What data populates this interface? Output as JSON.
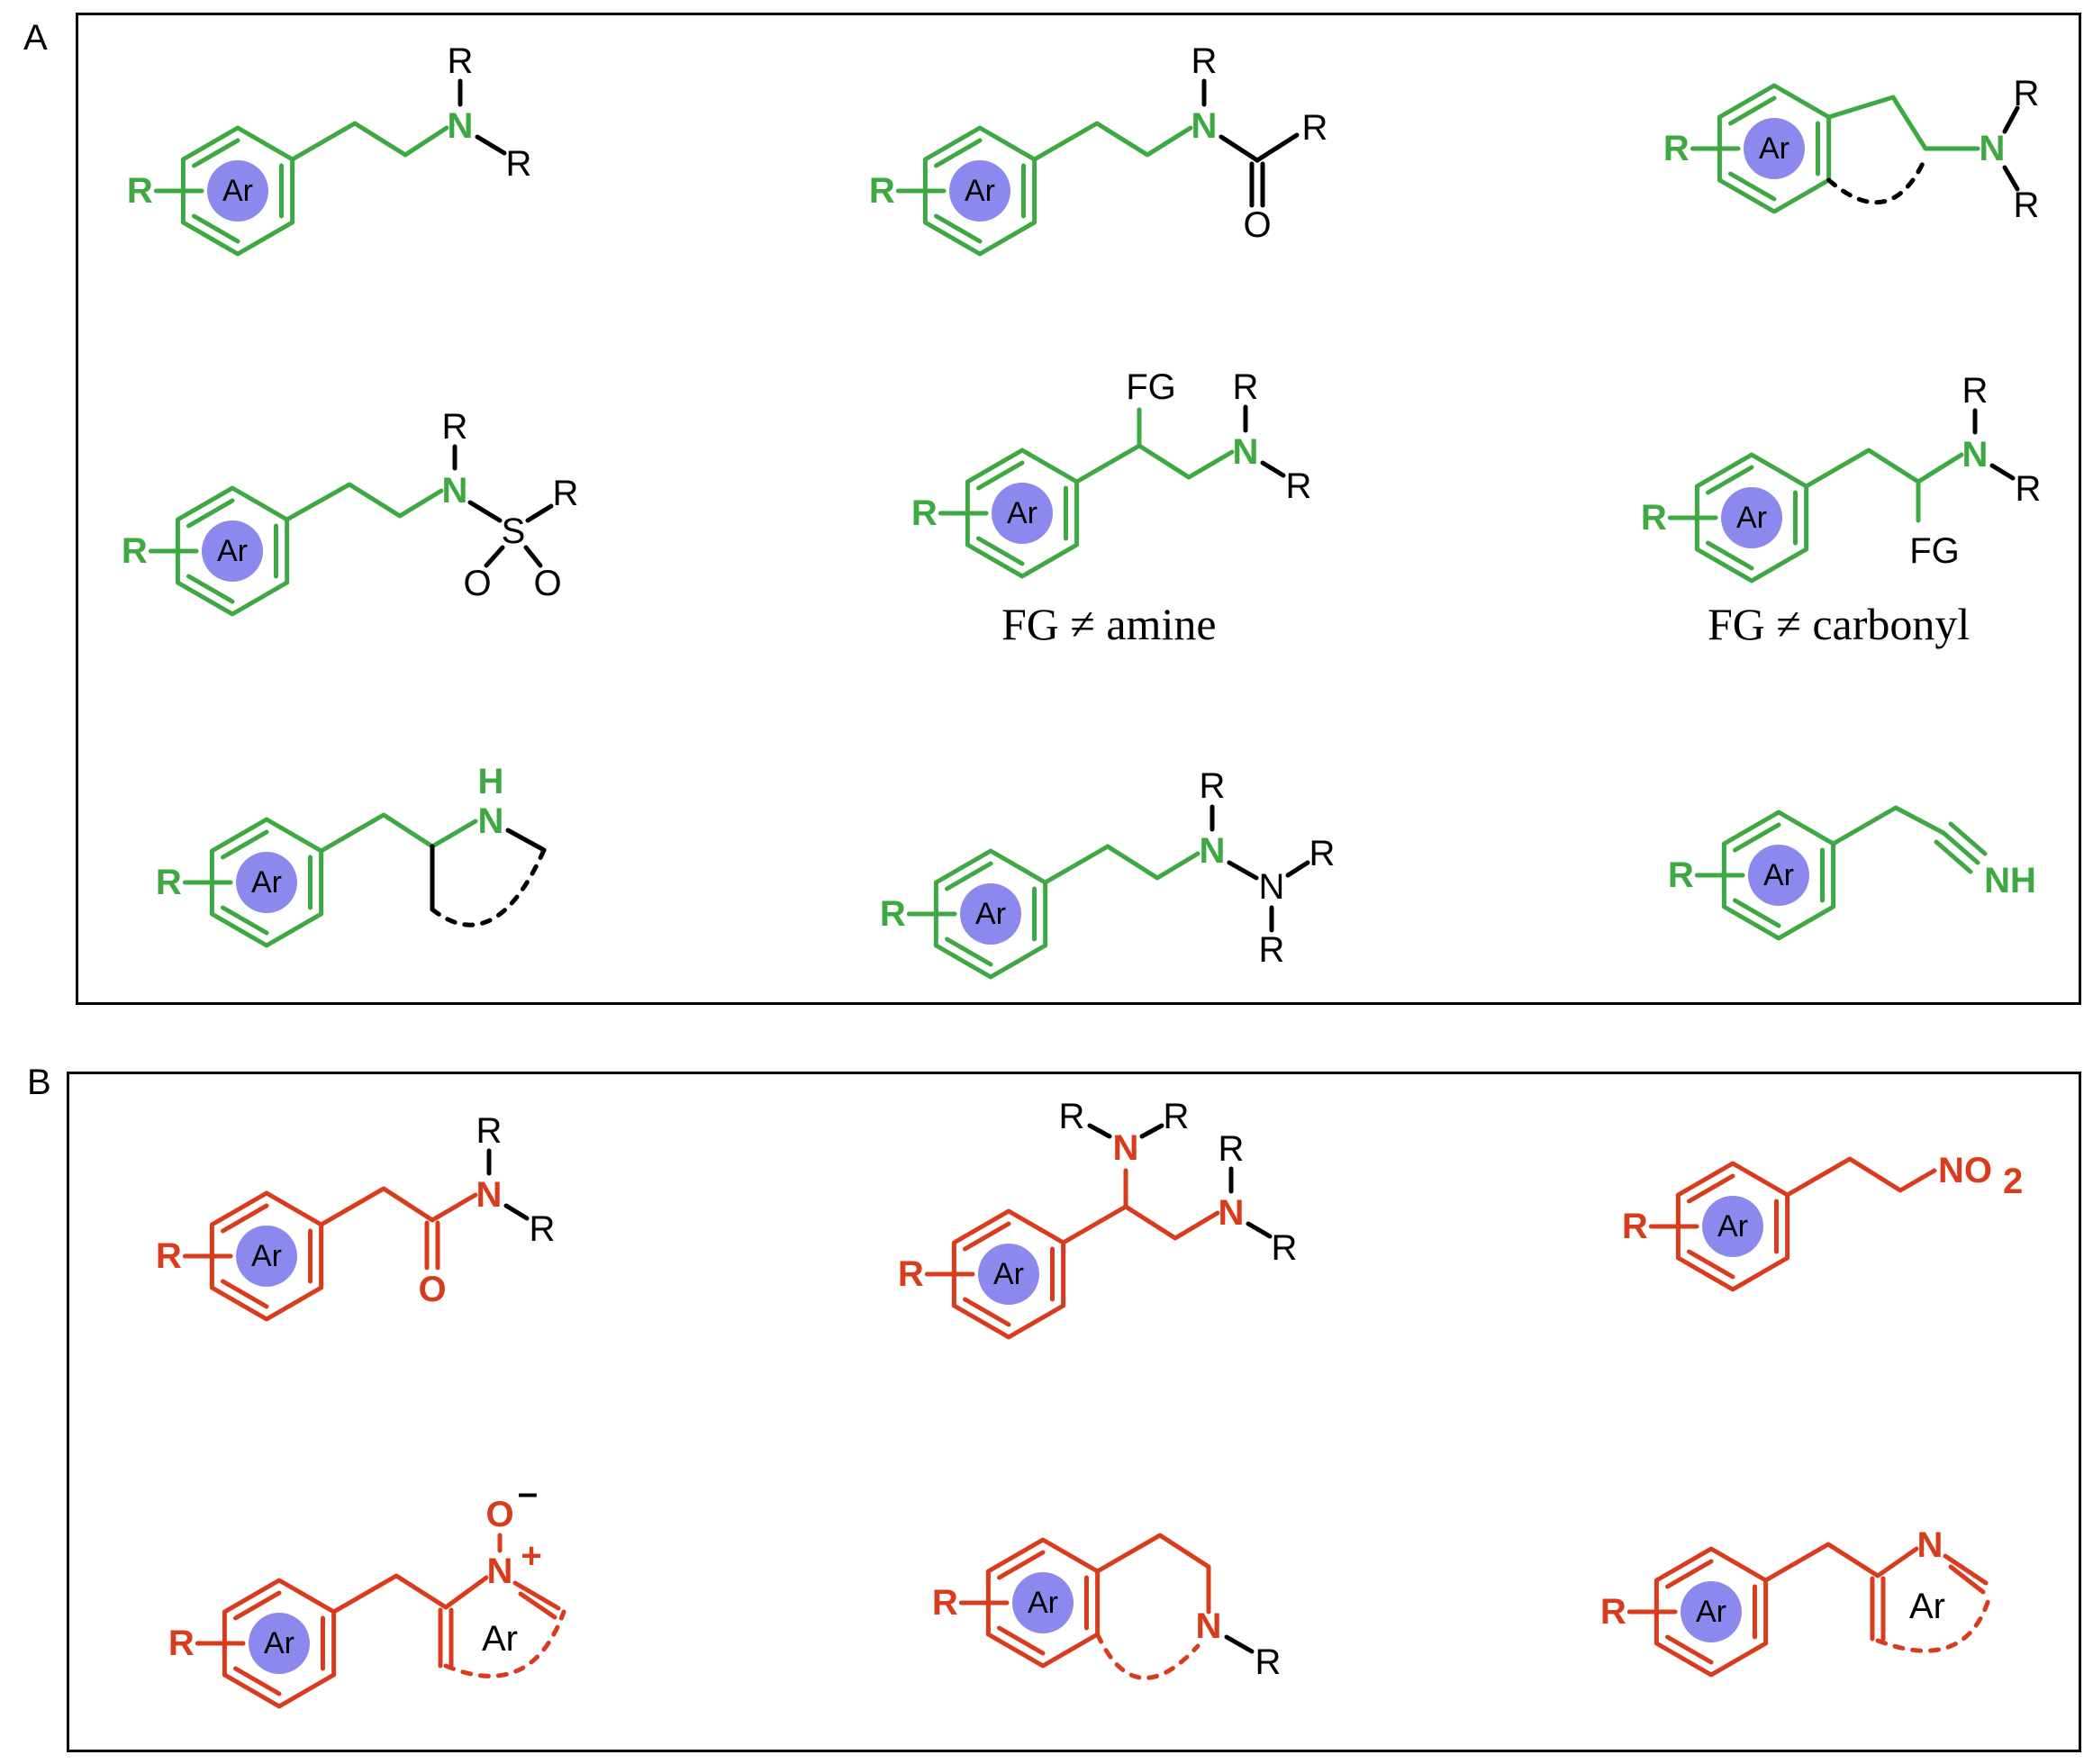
{
  "panels": {
    "a": {
      "letter": "A"
    },
    "b": {
      "letter": "B"
    }
  },
  "colors": {
    "green": "#3ea843",
    "red": "#d93b1d",
    "ar_circle": "#8c89ee",
    "black": "#000000"
  },
  "captions": {
    "fg_not_amine": "FG ≠ amine",
    "fg_not_carbonyl": "FG ≠ carbonyl"
  },
  "labels": {
    "ar": "Ar",
    "r": "R",
    "n": "N",
    "h": "H",
    "o": "O",
    "s": "S",
    "fg": "FG",
    "nh": "NH",
    "no2_base": "NO",
    "no2_sub": "2",
    "plus": "+",
    "minus": "–"
  },
  "structures": [
    {
      "id": "a1",
      "panel": "A",
      "description_none": ""
    },
    {
      "id": "a2",
      "panel": "A"
    },
    {
      "id": "a3",
      "panel": "A"
    },
    {
      "id": "a4",
      "panel": "A"
    },
    {
      "id": "a5",
      "panel": "A"
    },
    {
      "id": "a6",
      "panel": "A"
    },
    {
      "id": "a7",
      "panel": "A"
    },
    {
      "id": "a8",
      "panel": "A"
    },
    {
      "id": "a9",
      "panel": "A"
    },
    {
      "id": "b1",
      "panel": "B"
    },
    {
      "id": "b2",
      "panel": "B"
    },
    {
      "id": "b3",
      "panel": "B"
    },
    {
      "id": "b4",
      "panel": "B"
    },
    {
      "id": "b5",
      "panel": "B"
    },
    {
      "id": "b6",
      "panel": "B"
    }
  ]
}
